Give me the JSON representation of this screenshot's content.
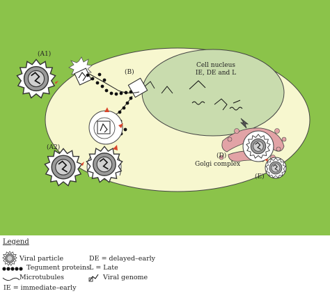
{
  "diagram": {
    "labels": {
      "a1": "(A1)",
      "a2": "(A2)",
      "b": "(B)",
      "d": "(D)",
      "e": "(E)",
      "nucleus_line1": "Cell nucleus",
      "nucleus_line2": "IE, DE and L",
      "golgi": "Golgi complex"
    },
    "colors": {
      "background": "#8bc34a",
      "cytoplasm": "#f7f7cf",
      "nucleus": "#c9dcae",
      "golgi": "#e2a3a6",
      "vesicle_red": "#d9452b",
      "particle_gray": "#9a9a9a"
    }
  },
  "legend": {
    "title": "Legend",
    "items": {
      "viral_particle": "Viral particle",
      "tegument": "Tegument proteins",
      "microtubules": "Microtubules",
      "ie": "IE = immediate–early",
      "de": "DE = delayed–early",
      "late": "L = Late",
      "genome": "Viral genome"
    },
    "icons": {
      "viral_particle": "viral-particle-icon",
      "tegument": "tegument-dots-icon",
      "microtubules": "microtubule-line-icon",
      "genome": "viral-genome-icon"
    }
  }
}
